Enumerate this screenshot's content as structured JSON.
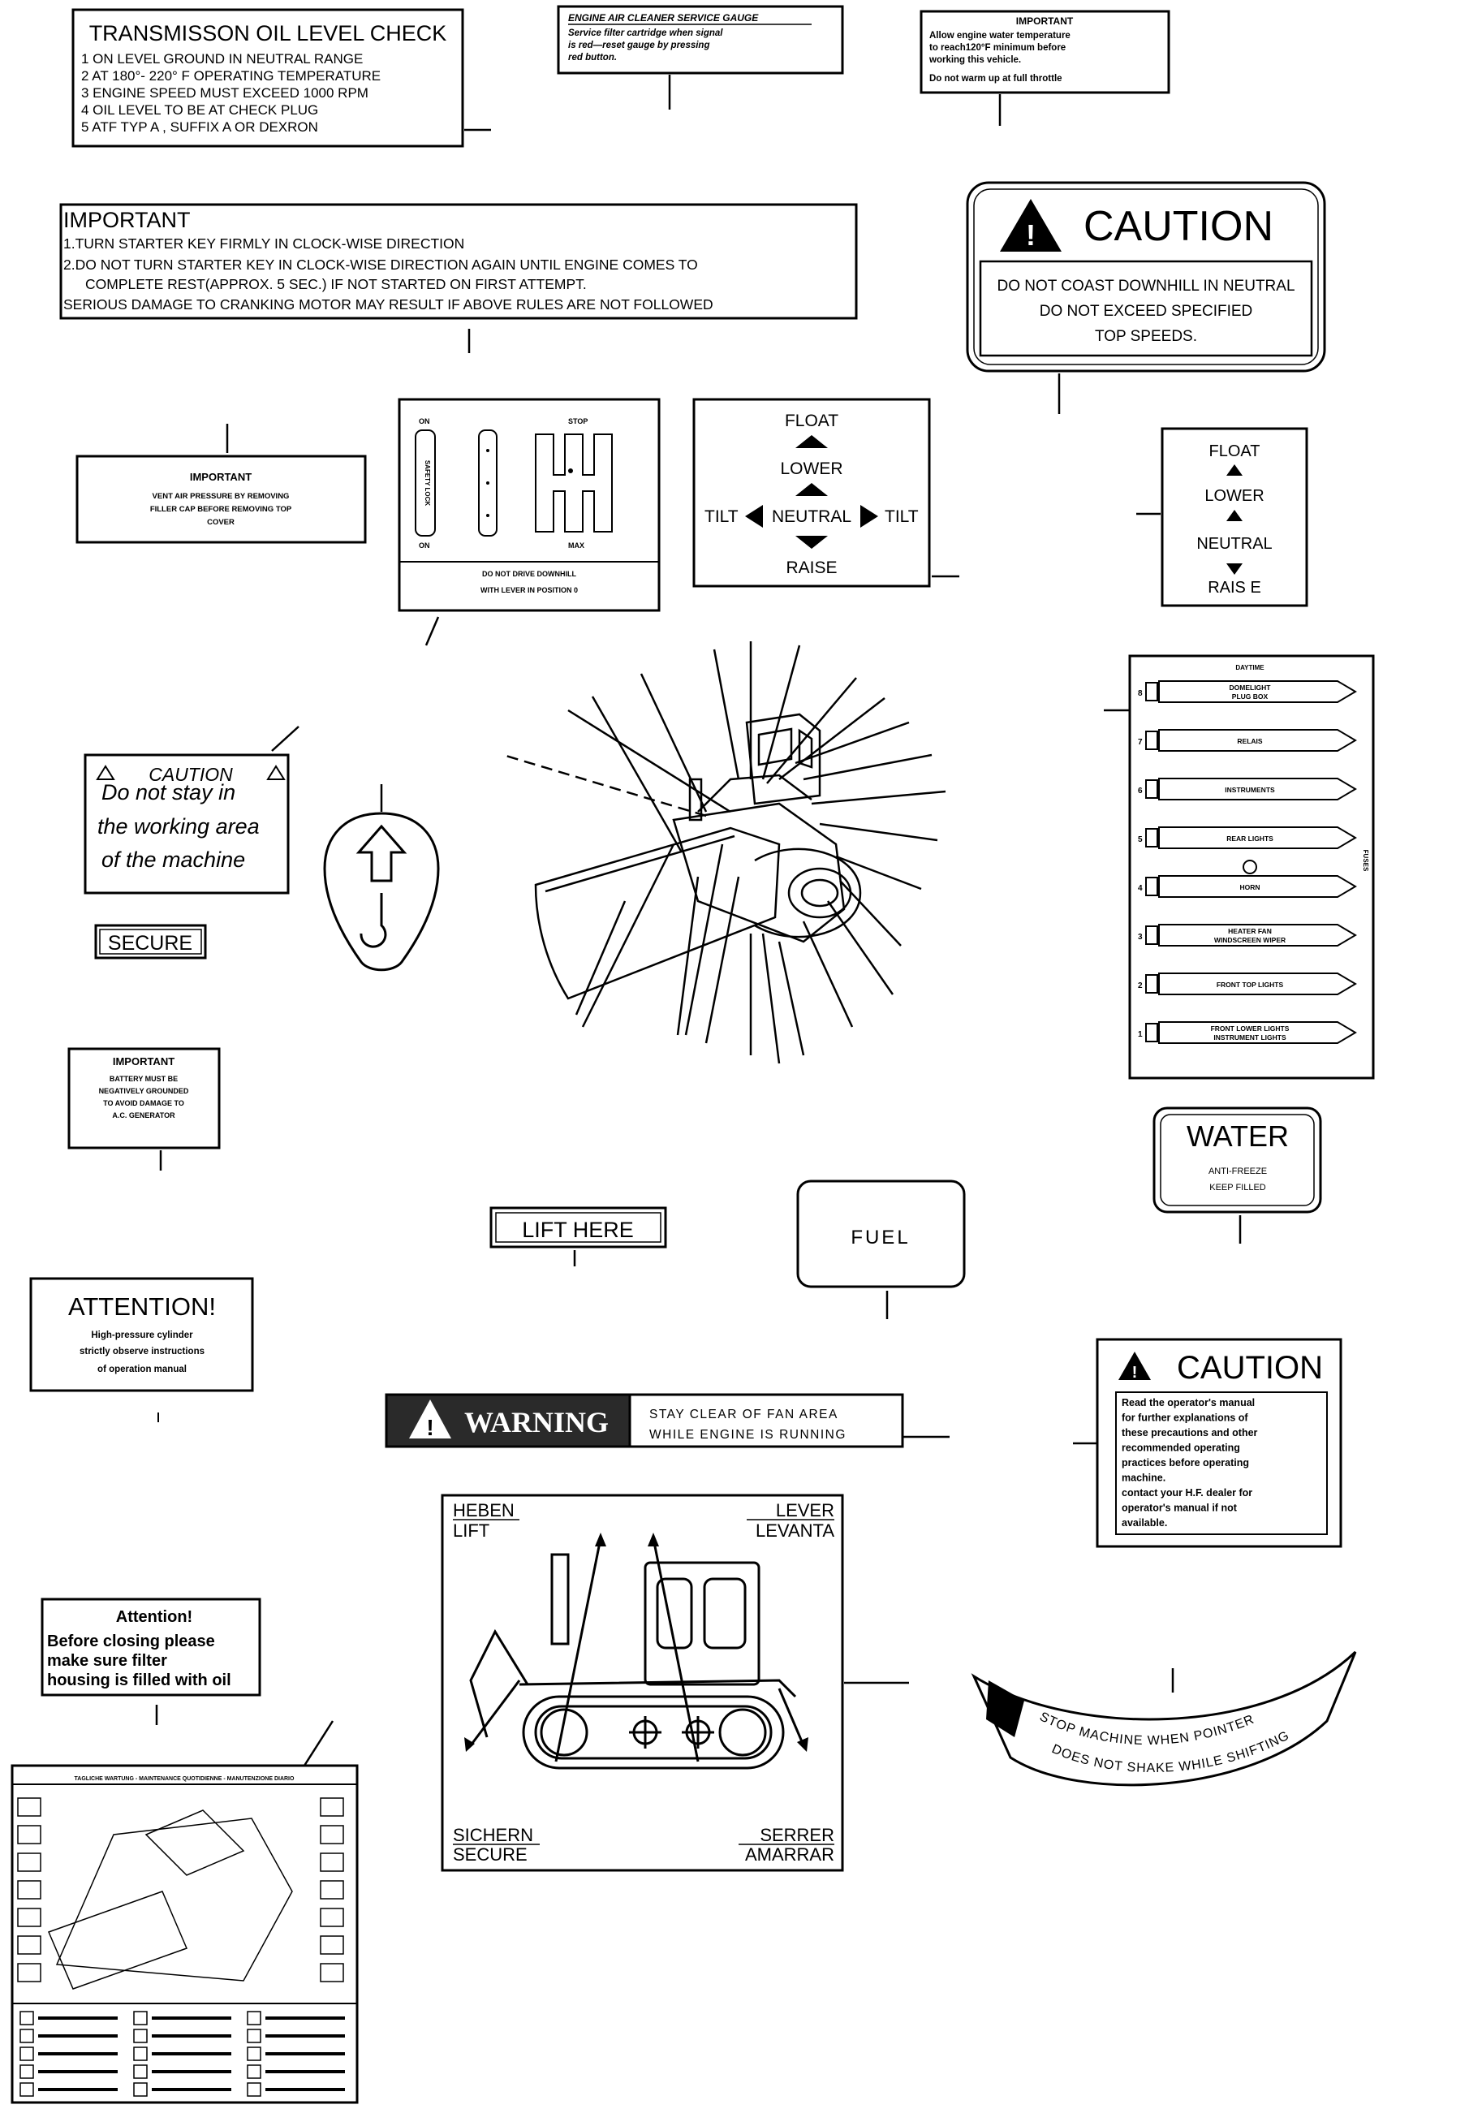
{
  "labels": {
    "trans_oil": {
      "title": "TRANSMISSON OIL LEVEL CHECK",
      "lines": [
        "1 ON LEVEL GROUND IN NEUTRAL RANGE",
        "2 AT 180°- 220° F OPERATING TEMPERATURE",
        "3 ENGINE SPEED MUST EXCEED 1000 RPM",
        "4 OIL LEVEL TO BE AT CHECK PLUG",
        "5 ATF TYP A , SUFFIX A OR DEXRON"
      ]
    },
    "air_cleaner": {
      "title": "ENGINE AIR CLEANER SERVICE GAUGE",
      "lines": [
        "Service filter cartridge when signal",
        "is red—reset gauge by pressing",
        "red button."
      ]
    },
    "water_temp": {
      "title": "IMPORTANT",
      "lines": [
        "Allow engine water temperature",
        "to reach120°F minimum before",
        "working this vehicle.",
        "Do not warm up at full throttle"
      ]
    },
    "starter": {
      "title": "IMPORTANT",
      "lines": [
        "1.TURN STARTER KEY FIRMLY IN CLOCK-WISE DIRECTION",
        "2.DO NOT TURN STARTER KEY IN CLOCK-WISE DIRECTION AGAIN UNTIL ENGINE COMES TO",
        "COMPLETE REST(APPROX. 5 SEC.) IF NOT STARTED ON FIRST ATTEMPT.",
        "SERIOUS DAMAGE TO CRANKING MOTOR MAY RESULT IF ABOVE RULES ARE NOT FOLLOWED"
      ]
    },
    "caution_coast": {
      "title": "CAUTION",
      "lines": [
        "DO NOT COAST DOWNHILL IN NEUTRAL",
        "DO NOT EXCEED SPECIFIED",
        "TOP SPEEDS."
      ]
    },
    "vent": {
      "title": "IMPORTANT",
      "lines": [
        "VENT AIR PRESSURE BY REMOVING",
        "FILLER CAP BEFORE REMOVING TOP",
        "COVER"
      ]
    },
    "shift": {
      "on_top": "ON",
      "stop": "STOP",
      "safety": "SAFETY LOCK",
      "on_bottom": "ON",
      "max": "MAX",
      "note": [
        "DO NOT DRIVE DOWNHILL",
        "WITH LEVER IN POSITION 0"
      ]
    },
    "float_big": {
      "float": "FLOAT",
      "lower": "LOWER",
      "tilt_left": "TILT",
      "neutral": "NEUTRAL",
      "tilt_right": "TILT",
      "raise": "RAISE"
    },
    "float_small": {
      "float": "FLOAT",
      "lower": "LOWER",
      "neutral": "NEUTRAL",
      "raise": "RAIS E"
    },
    "caution_area": {
      "title": "CAUTION",
      "lines": [
        "Do not stay in",
        "the working area",
        "of the machine"
      ]
    },
    "secure": "SECURE",
    "fuse": {
      "header": "DAYTIME",
      "items": [
        {
          "num": "8",
          "lines": [
            "DOMELIGHT",
            "PLUG BOX"
          ]
        },
        {
          "num": "7",
          "lines": [
            "RELAIS"
          ]
        },
        {
          "num": "6",
          "lines": [
            "INSTRUMENTS"
          ]
        },
        {
          "num": "5",
          "lines": [
            "REAR LIGHTS"
          ]
        },
        {
          "num": "4",
          "lines": [
            "HORN"
          ]
        },
        {
          "num": "3",
          "lines": [
            "HEATER FAN",
            "WINDSCREEN WIPER"
          ]
        },
        {
          "num": "2",
          "lines": [
            "FRONT TOP LIGHTS"
          ]
        },
        {
          "num": "1",
          "lines": [
            "FRONT LOWER LIGHTS",
            "INSTRUMENT LIGHTS"
          ]
        }
      ],
      "side": "FUSES"
    },
    "battery": {
      "title": "IMPORTANT",
      "lines": [
        "BATTERY MUST BE",
        "NEGATIVELY GROUNDED",
        "TO AVOID DAMAGE TO",
        "A.C. GENERATOR"
      ]
    },
    "water": {
      "title": "WATER",
      "lines": [
        "ANTI-FREEZE",
        "KEEP FILLED"
      ]
    },
    "lift_here": "LIFT HERE",
    "fuel": "FUEL",
    "attention_cyl": {
      "title": "ATTENTION!",
      "lines": [
        "High-pressure cylinder",
        "strictly observe instructions",
        "of operation manual"
      ]
    },
    "warning_fan": {
      "title": "WARNING",
      "lines": [
        "STAY CLEAR OF FAN AREA",
        "WHILE ENGINE IS RUNNING"
      ]
    },
    "caution_manual": {
      "title": "CAUTION",
      "lines": [
        "Read the operator's manual",
        "for further explanations of",
        "these precautions and other",
        "recommended operating",
        "practices before operating",
        "machine.",
        "contact your H.F. dealer for",
        "operator's manual if not",
        "available."
      ]
    },
    "lift_diagram": {
      "heben": "HEBEN",
      "lift": "LIFT",
      "lever": "LEVER",
      "levanta": "LEVANTA",
      "sichern": "SICHERN",
      "secure": "SECURE",
      "serrer": "SERRER",
      "amarrar": "AMARRAR"
    },
    "attention_filter": {
      "title": "Attention!",
      "lines": [
        "Before closing please",
        "make sure filter",
        "housing is filled with oil"
      ]
    },
    "maint_chart": {
      "title": "TAGLICHE WARTUNG - MAINTENANCE QUOTIDIENNE - MANUTENZIONE DIARIO"
    },
    "arc_label": {
      "line1": "STOP MACHINE WHEN POINTER",
      "line2": "DOES NOT SHAKE WHILE SHIFTING"
    }
  },
  "colors": {
    "ink": "#000000",
    "paper": "#ffffff",
    "warning_bg": "#2a2a2a"
  }
}
